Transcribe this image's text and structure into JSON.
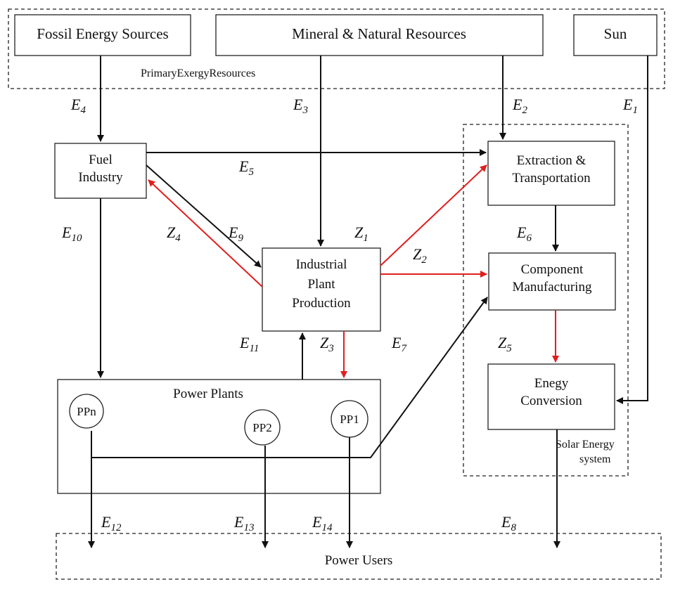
{
  "groups": {
    "primary": "PrimaryExergyResources",
    "solar": [
      "Solar Energy",
      "system"
    ],
    "users": "Power Users"
  },
  "nodes": {
    "fossil": "Fossil Energy Sources",
    "mineral": "Mineral & Natural Resources",
    "sun": "Sun",
    "fuel": [
      "Fuel",
      "Industry"
    ],
    "extraction": [
      "Extraction &",
      "Transportation"
    ],
    "industrial": [
      "Industrial",
      "Plant",
      "Production"
    ],
    "component": [
      "Component",
      "Manufacturing"
    ],
    "conversion": [
      "Enegy",
      "Conversion"
    ],
    "powerplants": "Power Plants",
    "ppn": "PPn",
    "pp2": "PP2",
    "pp1": "PP1"
  },
  "flows": {
    "E1": {
      "main": "E",
      "sub": "1"
    },
    "E2": {
      "main": "E",
      "sub": "2"
    },
    "E3": {
      "main": "E",
      "sub": "3"
    },
    "E4": {
      "main": "E",
      "sub": "4"
    },
    "E5": {
      "main": "E",
      "sub": "5"
    },
    "E6": {
      "main": "E",
      "sub": "6"
    },
    "E7": {
      "main": "E",
      "sub": "7"
    },
    "E8": {
      "main": "E",
      "sub": "8"
    },
    "E9": {
      "main": "E",
      "sub": "9"
    },
    "E10": {
      "main": "E",
      "sub": "10"
    },
    "E11": {
      "main": "E",
      "sub": "11"
    },
    "E12": {
      "main": "E",
      "sub": "12"
    },
    "E13": {
      "main": "E",
      "sub": "13"
    },
    "E14": {
      "main": "E",
      "sub": "14"
    },
    "Z1": {
      "main": "Z",
      "sub": "1"
    },
    "Z2": {
      "main": "Z",
      "sub": "2"
    },
    "Z3": {
      "main": "Z",
      "sub": "3"
    },
    "Z4": {
      "main": "Z",
      "sub": "4"
    },
    "Z5": {
      "main": "Z",
      "sub": "5"
    }
  },
  "colors": {
    "exergy_flow": "#111111",
    "cost_flow": "#e01e1e"
  }
}
